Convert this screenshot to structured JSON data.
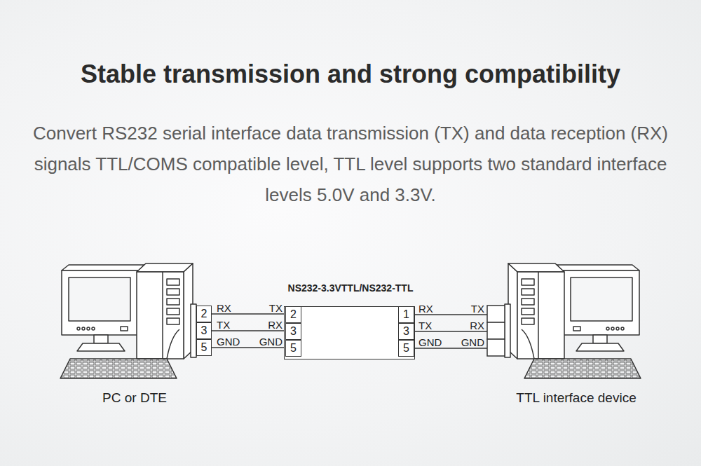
{
  "diagram": {
    "title": "Stable transmission and strong compatibility",
    "caption": "Convert RS232 serial interface data transmission (TX) and data reception (RX) signals TTL/COMS compatible level, TTL level supports two standard interface levels 5.0V and 3.3V.",
    "nodes": [
      {
        "text": [
          "PC or DTE"
        ]
      },
      {
        "text": [
          "2"
        ],
        "in": 0
      },
      {
        "text": [
          "3"
        ],
        "in": 0
      },
      {
        "text": [
          "5"
        ],
        "in": 0
      },
      {
        "text": [
          "NS232-3.3VTTL/NS232-TTL"
        ]
      },
      {
        "text": [
          "2"
        ],
        "in": 4
      },
      {
        "text": [
          "3"
        ],
        "in": 4
      },
      {
        "text": [
          "5"
        ],
        "in": 4
      },
      {
        "text": [
          "1"
        ],
        "in": 4
      },
      {
        "text": [
          "3"
        ],
        "in": 4
      },
      {
        "text": [
          "5"
        ],
        "in": 4
      },
      {
        "text": [
          "TTL interface device"
        ]
      }
    ],
    "edges": [
      {
        "from": 1,
        "to": 5,
        "arrow": "none"
      },
      {
        "from": 2,
        "to": 6,
        "arrow": "none"
      },
      {
        "from": 3,
        "to": 7,
        "arrow": "none"
      },
      {
        "from": 8,
        "to": 11,
        "arrow": "none"
      },
      {
        "from": 9,
        "to": 11,
        "arrow": "none"
      },
      {
        "from": 10,
        "to": 11,
        "arrow": "none"
      }
    ],
    "labels": [
      "RX",
      "TX",
      "TX",
      "RX",
      "GND",
      "GND",
      "RX",
      "TX",
      "TX",
      "RX",
      "GND",
      "GND"
    ]
  }
}
